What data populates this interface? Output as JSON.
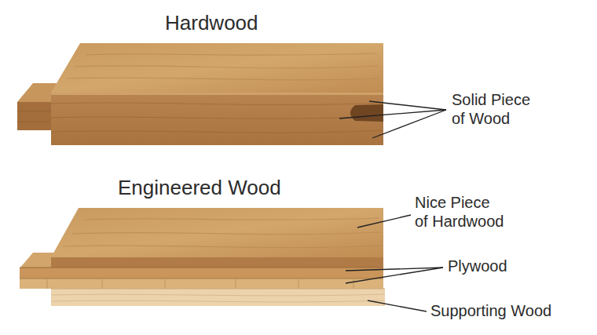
{
  "diagram": {
    "labels": [
      "Hardwood",
      "Solid Piece of Wood",
      "Engineered Wood",
      "Nice Piece of Hardwood",
      "Plywood",
      "Supporting Wood"
    ]
  }
}
